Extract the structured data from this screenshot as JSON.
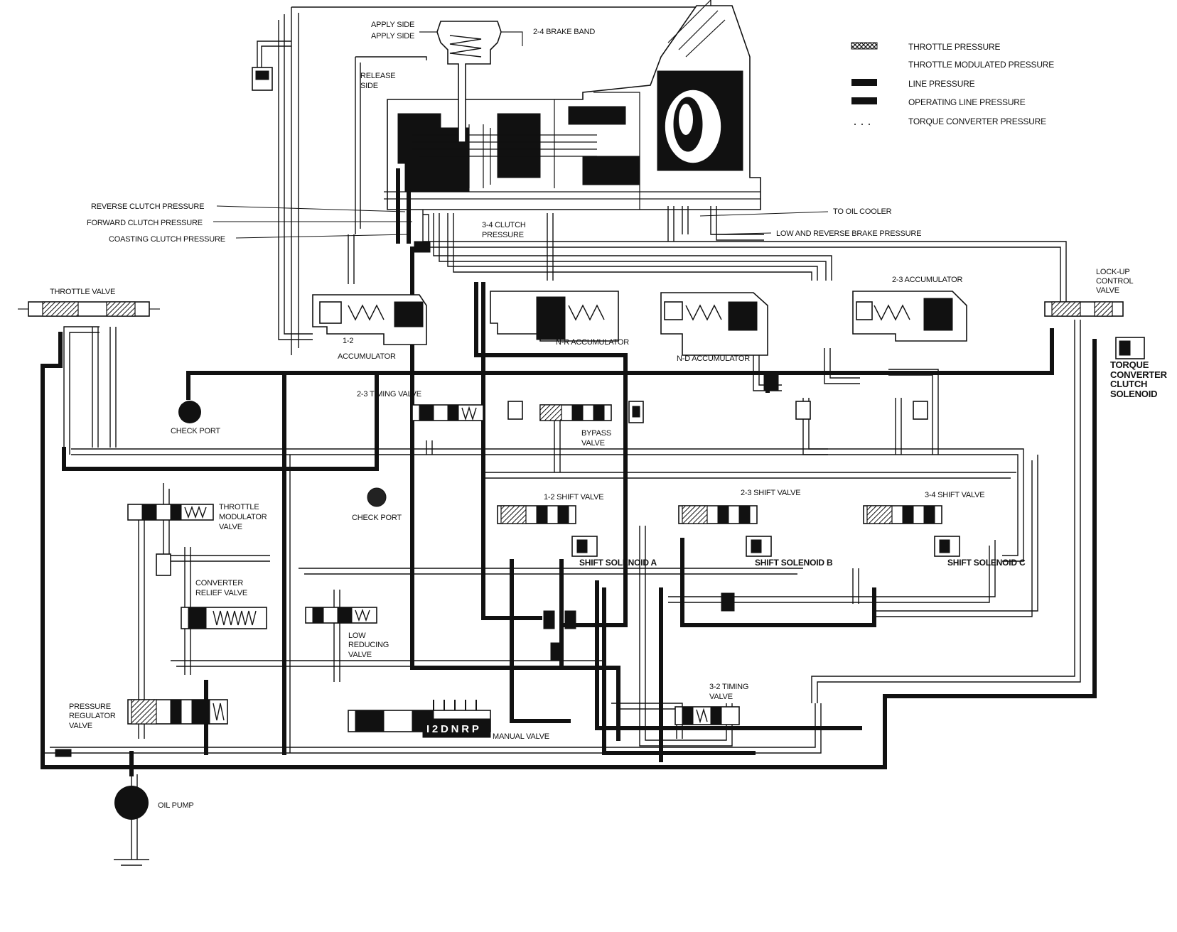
{
  "legend": {
    "items": [
      {
        "label": "THROTTLE PRESSURE",
        "pattern": "hatched"
      },
      {
        "label": "THROTTLE MODULATED PRESSURE",
        "pattern": "none"
      },
      {
        "label": "LINE PRESSURE",
        "pattern": "solid"
      },
      {
        "label": "OPERATING LINE PRESSURE",
        "pattern": "solid"
      },
      {
        "label": "TORQUE CONVERTER PRESSURE",
        "pattern": "dotted"
      }
    ]
  },
  "labels": {
    "apply_side_1": "APPLY SIDE",
    "apply_side_2": "APPLY SIDE",
    "brake_band": "2-4 BRAKE BAND",
    "release_1": "RELEASE",
    "release_2": "SIDE",
    "reverse_clutch": "REVERSE CLUTCH PRESSURE",
    "forward_clutch": "FORWARD CLUTCH PRESSURE",
    "coasting_clutch": "COASTING CLUTCH PRESSURE",
    "clutch34_1": "3-4 CLUTCH",
    "clutch34_2": "PRESSURE",
    "oil_cooler": "TO OIL COOLER",
    "low_reverse": "LOW AND REVERSE BRAKE PRESSURE",
    "throttle_valve": "THROTTLE VALVE",
    "acc12_top": "1-2",
    "acc12_bottom": "ACCUMULATOR",
    "nr_acc": "N-R ACCUMULATOR",
    "nd_acc": "N-D ACCUMULATOR",
    "acc23": "2-3 ACCUMULATOR",
    "lockup_1": "LOCK-UP",
    "lockup_2": "CONTROL",
    "lockup_3": "VALVE",
    "tcc_1": "TORQUE",
    "tcc_2": "CONVERTER",
    "tcc_3": "CLUTCH",
    "tcc_4": "SOLENOID",
    "check_port_1": "CHECK PORT",
    "check_port_2": "CHECK PORT",
    "timing23": "2-3 TIMING VALVE",
    "bypass_1": "BYPASS",
    "bypass_2": "VALVE",
    "tmv_1": "THROTTLE",
    "tmv_2": "MODULATOR",
    "tmv_3": "VALVE",
    "shift12": "1-2 SHIFT VALVE",
    "shift23": "2-3 SHIFT VALVE",
    "shift34": "3-4 SHIFT VALVE",
    "sol_a": "SHIFT SOLENOID A",
    "sol_b": "SHIFT SOLENOID B",
    "sol_c": "SHIFT SOLENOID C",
    "crv_1": "CONVERTER",
    "crv_2": "RELIEF VALVE",
    "lrv_1": "LOW",
    "lrv_2": "REDUCING",
    "lrv_3": "VALVE",
    "prv_1": "PRESSURE",
    "prv_2": "REGULATOR",
    "prv_3": "VALVE",
    "gear_positions": "I 2 D N R P",
    "manual_valve": "MANUAL VALVE",
    "timing32_1": "3-2 TIMING",
    "timing32_2": "VALVE",
    "oil_pump": "OIL PUMP"
  }
}
